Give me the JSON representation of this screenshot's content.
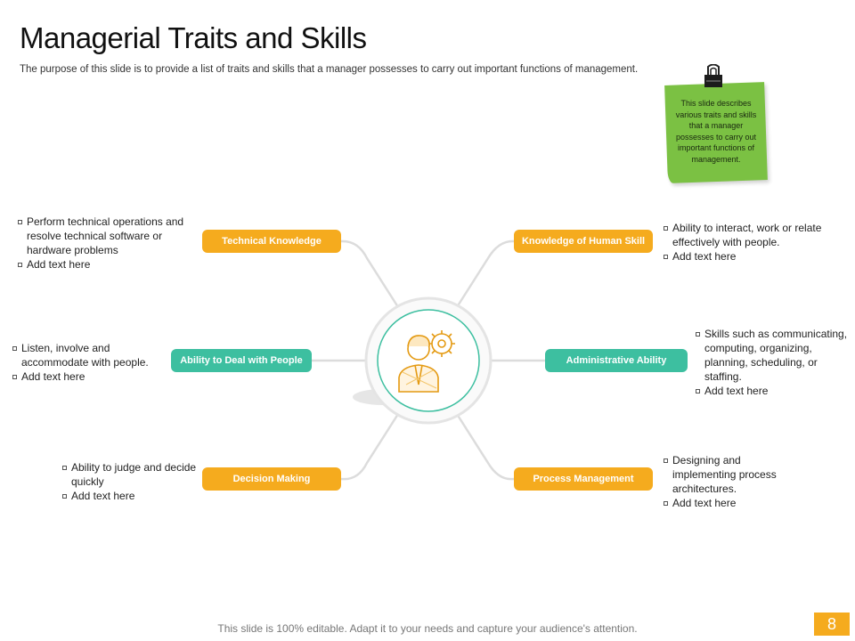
{
  "slide": {
    "title": "Managerial Traits and Skills",
    "subtitle": "The purpose of this slide is to provide a list of traits and skills that a manager possesses to carry out important functions of management.",
    "note": "This slide describes various traits and skills that a manager possesses to carry out important functions of management.",
    "footer": "This slide is 100% editable. Adapt it to your needs and capture your audience's attention.",
    "page_number": "8"
  },
  "colors": {
    "orange": "#f5ab1e",
    "teal": "#3dbfa0",
    "note_green": "#7bc143"
  },
  "center_icon": "manager-with-gears-icon",
  "nodes": [
    {
      "label": "Technical Knowledge",
      "color": "orange",
      "bullets": [
        "Perform technical operations and resolve technical software or hardware problems",
        "Add text here"
      ]
    },
    {
      "label": "Knowledge of Human Skill",
      "color": "orange",
      "bullets": [
        "Ability to interact, work or relate effectively with people.",
        "Add text here"
      ]
    },
    {
      "label": "Ability to Deal with People",
      "color": "teal",
      "bullets": [
        "Listen, involve and accommodate with people.",
        "Add text here"
      ]
    },
    {
      "label": "Administrative Ability",
      "color": "teal",
      "bullets": [
        "Skills such as communicating, computing, organizing, planning, scheduling, or staffing.",
        "Add text here"
      ]
    },
    {
      "label": "Decision Making",
      "color": "orange",
      "bullets": [
        "Ability to judge and decide quickly",
        "Add text here"
      ]
    },
    {
      "label": "Process Management",
      "color": "orange",
      "bullets": [
        "Designing and implementing process architectures.",
        "Add text here"
      ]
    }
  ]
}
